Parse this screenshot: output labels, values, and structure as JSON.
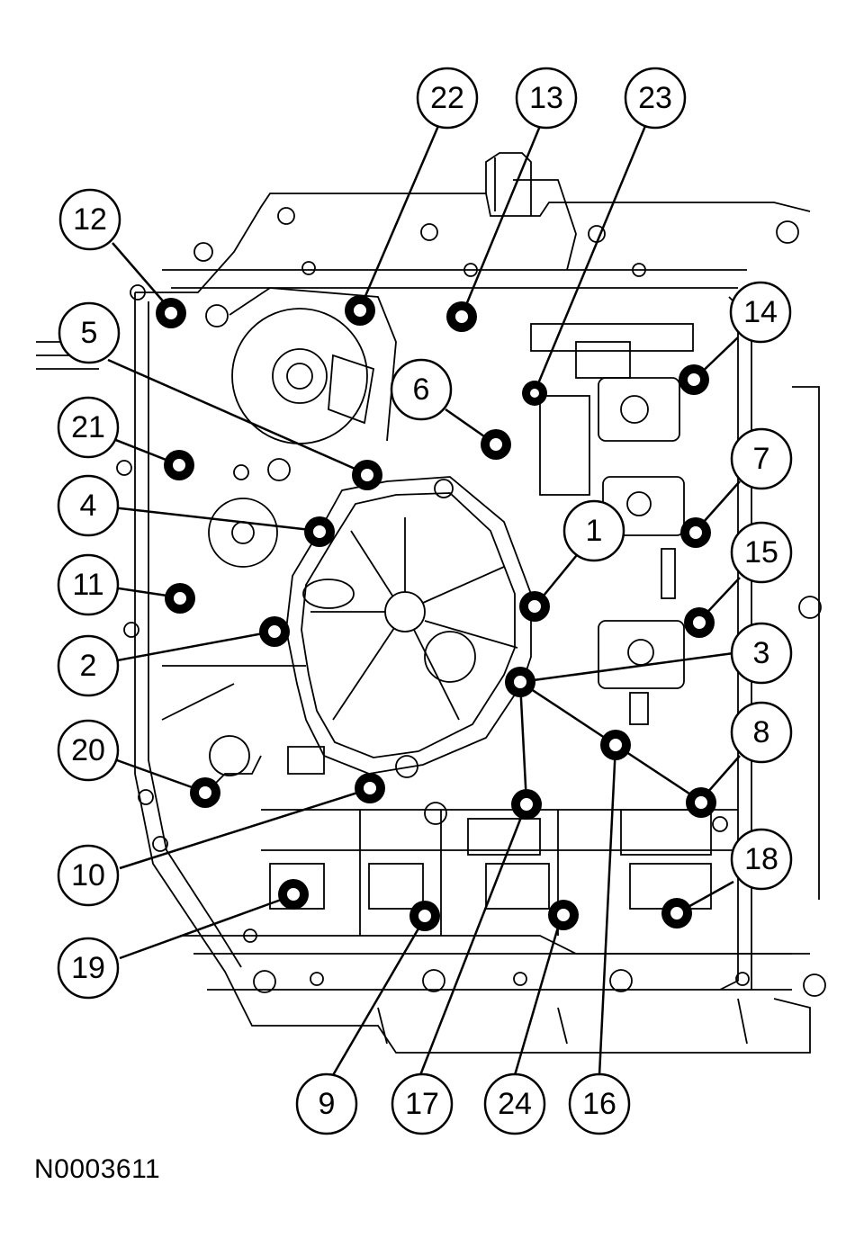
{
  "figure_id": "N0003611",
  "callouts": [
    {
      "id": "12",
      "label": "12"
    },
    {
      "id": "22",
      "label": "22"
    },
    {
      "id": "13",
      "label": "13"
    },
    {
      "id": "23",
      "label": "23"
    },
    {
      "id": "14",
      "label": "14"
    },
    {
      "id": "5",
      "label": "5"
    },
    {
      "id": "6",
      "label": "6"
    },
    {
      "id": "21",
      "label": "21"
    },
    {
      "id": "7",
      "label": "7"
    },
    {
      "id": "4",
      "label": "4"
    },
    {
      "id": "1",
      "label": "1"
    },
    {
      "id": "15",
      "label": "15"
    },
    {
      "id": "11",
      "label": "11"
    },
    {
      "id": "2",
      "label": "2"
    },
    {
      "id": "3",
      "label": "3"
    },
    {
      "id": "8",
      "label": "8"
    },
    {
      "id": "20",
      "label": "20"
    },
    {
      "id": "18",
      "label": "18"
    },
    {
      "id": "10",
      "label": "10"
    },
    {
      "id": "19",
      "label": "19"
    },
    {
      "id": "9",
      "label": "9"
    },
    {
      "id": "17",
      "label": "17"
    },
    {
      "id": "24",
      "label": "24"
    },
    {
      "id": "16",
      "label": "16"
    }
  ]
}
